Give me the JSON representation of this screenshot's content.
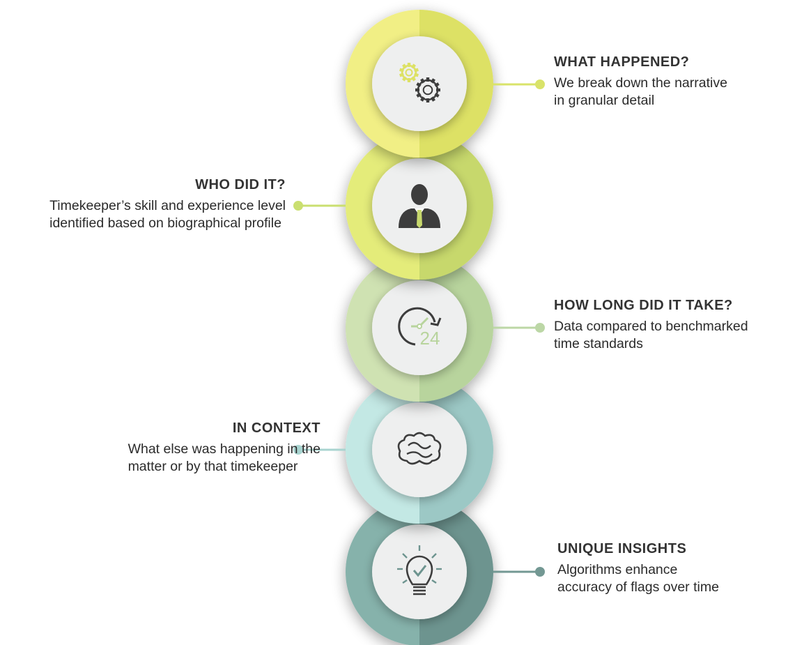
{
  "steps": [
    {
      "title": "WHAT HAPPENED?",
      "description_lines": [
        "We break down the narrative",
        "in granular detail"
      ],
      "icon": "gears-icon",
      "side": "right",
      "color_light": "#F1EF85",
      "color_dark": "#DDE165",
      "dot_color": "#D9E36A"
    },
    {
      "title": "WHO DID IT?",
      "description_lines": [
        "Timekeeper’s skill and experience level",
        "identified based on biographical profile"
      ],
      "icon": "businessman-icon",
      "side": "left",
      "color_light": "#E4EC7A",
      "color_dark": "#C7D86C",
      "dot_color": "#CADF70"
    },
    {
      "title": "HOW LONG DID IT TAKE?",
      "description_lines": [
        "Data compared to benchmarked",
        "time standards"
      ],
      "icon": "clock-24-icon",
      "side": "right",
      "color_light": "#CFE2B2",
      "color_dark": "#B8D49D",
      "dot_color": "#BCD7A6"
    },
    {
      "title": "IN CONTEXT",
      "description_lines": [
        "What else was happening in the",
        "matter or by that timekeeper"
      ],
      "icon": "brain-icon",
      "side": "left",
      "color_light": "#C3E8E4",
      "color_dark": "#9CC8C5",
      "dot_color": "#A9D4D0"
    },
    {
      "title": "UNIQUE INSIGHTS",
      "description_lines": [
        "Algorithms enhance",
        "accuracy of flags over time"
      ],
      "icon": "lightbulb-check-icon",
      "side": "right",
      "color_light": "#86B2AB",
      "color_dark": "#6D948F",
      "dot_color": "#739893"
    }
  ],
  "clock_label": "24",
  "colors": {
    "inner_circle": "#EEEFEF",
    "icon_dark": "#3D3D3D",
    "gear_accent": "#DDE165",
    "tie_accent": "#C7D86C",
    "clock_accent": "#B8D49D",
    "bulb_accent": "#6D948F"
  }
}
